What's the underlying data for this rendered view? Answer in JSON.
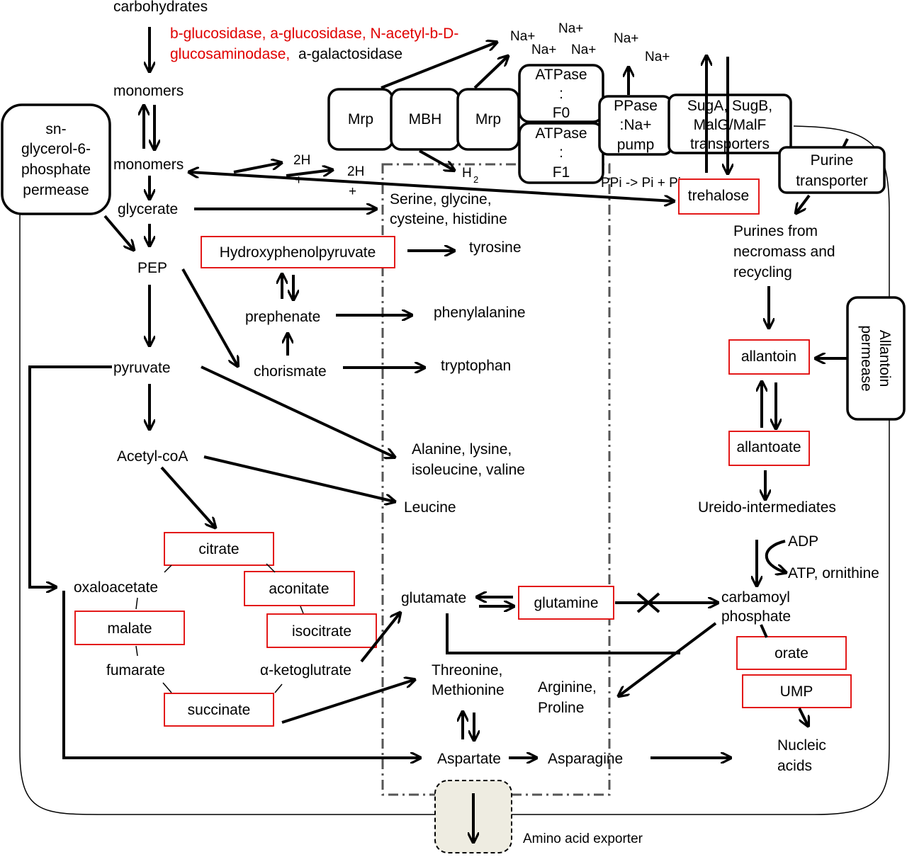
{
  "top": {
    "carbohydrates": "carbohydrates",
    "enzymes_red_1": "b-glucosidase, a-glucosidase, N-acetyl-b-D-",
    "enzymes_red_2": "glucosaminodase,",
    "enzymes_black": "a-galactosidase",
    "monomers_out": "monomers"
  },
  "membrane": {
    "permease_line1": "sn-",
    "permease_line2": "glycerol-6-",
    "permease_line3": "phosphate",
    "permease_line4": "permease",
    "mrp1": "Mrp",
    "mbh": "MBH",
    "mrp2": "Mrp",
    "atpase_f0_l1": "ATPase",
    "atpase_f0_l2": ":",
    "atpase_f0_l3": "F0",
    "atpase_f1_l1": "ATPase",
    "atpase_f1_l2": ":",
    "atpase_f1_l3": "F1",
    "ppase_l1": "PPase",
    "ppase_l2": ":Na+",
    "ppase_l3": "pump",
    "sug_l1": "SugA, SugB,",
    "sug_l2": "MalG/MalF",
    "sug_l3": "transporters",
    "purine_l1": "Purine",
    "purine_l2": "transporter",
    "allantoin_perm_l1": "Allantoin",
    "allantoin_perm_l2": "permease",
    "exporter": "Amino acid exporter"
  },
  "ions": {
    "na1": "Na+",
    "na2": "Na+",
    "na3": "Na+",
    "na4": "Na+",
    "na5": "Na+",
    "na6": "Na+",
    "h1": "2H",
    "h1p": "+",
    "h2": "2H",
    "h2p": "+",
    "h2gas": "H",
    "h2sub": "2",
    "ppi": "PPi -> Pi + Pi"
  },
  "metabolites": {
    "monomers_in": "monomers",
    "glycerate": "glycerate",
    "pep": "PEP",
    "pyruvate": "pyruvate",
    "acetylcoa": "Acetyl-coA",
    "hydroxy": "Hydroxyphenolpyruvate",
    "prephenate": "prephenate",
    "chorismate": "chorismate",
    "citrate": "citrate",
    "aconitate": "aconitate",
    "isocitrate": "isocitrate",
    "akg": "α-ketoglutrate",
    "succinate": "succinate",
    "fumarate": "fumarate",
    "malate": "malate",
    "oxaloacetate": "oxaloacetate",
    "glutamate": "glutamate",
    "glutamine": "glutamine",
    "carbamoyl_l1": "carbamoyl",
    "carbamoyl_l2": "phosphate",
    "orate": "orate",
    "ump": "UMP",
    "nucleic_l1": "Nucleic",
    "nucleic_l2": "acids",
    "trehalose": "trehalose",
    "purines_l1": "Purines from",
    "purines_l2": "necromass and",
    "purines_l3": "recycling",
    "allantoin": "allantoin",
    "allantoate": "allantoate",
    "ureido": "Ureido-intermediates",
    "adp": "ADP",
    "atp_orn": "ATP, ornithine"
  },
  "amino_acids": {
    "sgch_l1": "Serine, glycine,",
    "sgch_l2": "cysteine, histidine",
    "tyrosine": "tyrosine",
    "phenylalanine": "phenylalanine",
    "tryptophan": "tryptophan",
    "alkiv_l1": "Alanine, lysine,",
    "alkiv_l2": "isoleucine, valine",
    "leucine": "Leucine",
    "thrmet_l1": "Threonine,",
    "thrmet_l2": "Methionine",
    "argpro_l1": "Arginine,",
    "argpro_l2": "Proline",
    "aspartate": "Aspartate",
    "asparagine": "Asparagine"
  },
  "colors": {
    "highlight": "#e00000",
    "exporter_fill": "#eeece1"
  }
}
